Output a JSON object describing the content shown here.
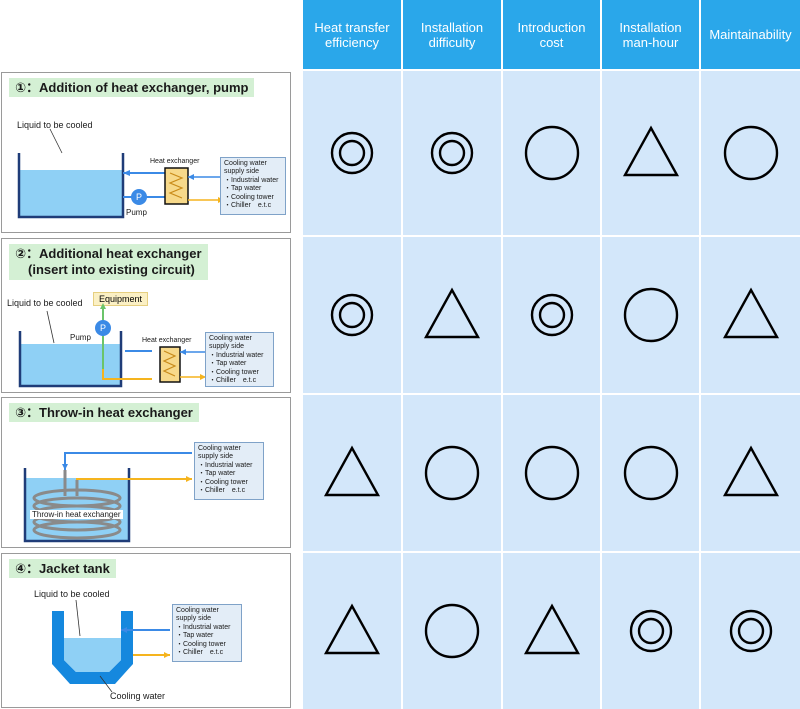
{
  "header": {
    "columns": [
      "Heat transfer\nefficiency",
      "Installation\ndifficulty",
      "Introduction\ncost",
      "Installation\nman-hour",
      "Maintainability"
    ]
  },
  "symbols": {
    "legend_note": "symbols: double-circle, circle, triangle",
    "rows": [
      [
        "double-circle",
        "double-circle",
        "circle",
        "triangle",
        "circle"
      ],
      [
        "double-circle",
        "triangle",
        "double-circle",
        "circle",
        "triangle"
      ],
      [
        "triangle",
        "circle",
        "circle",
        "circle",
        "triangle"
      ],
      [
        "triangle",
        "circle",
        "triangle",
        "double-circle",
        "double-circle"
      ]
    ]
  },
  "methods": [
    {
      "title": "①：Addition of heat exchanger, pump",
      "liquid_label": "Liquid to be cooled",
      "heat_exchanger_label": "Heat exchanger",
      "pump_label": "Pump",
      "pump_symbol": "P",
      "supply_box": "Cooling water\nsupply side\n・Industrial water\n・Tap water\n・Cooling tower\n・Chiller　e.t.c"
    },
    {
      "title": "②：Additional heat exchanger\n　(insert into existing circuit)",
      "liquid_label": "Liquid to be cooled",
      "equipment_label": "Equipment",
      "pump_label": "Pump",
      "pump_symbol": "P",
      "heat_exchanger_label": "Heat exchanger",
      "supply_box": "Cooling water\nsupply side\n・Industrial water\n・Tap water\n・Cooling tower\n・Chiller　e.t.c"
    },
    {
      "title": "③：Throw-in heat exchanger",
      "heat_exchanger_label": "Throw-in heat exchanger",
      "supply_box": "Cooling water\nsupply side\n・Industrial water\n・Tap water\n・Cooling tower\n・Chiller　e.t.c"
    },
    {
      "title": "④：Jacket tank",
      "liquid_label": "Liquid to be cooled",
      "jacket_label": "Cooling water",
      "supply_box": "Cooling water\nsupply side\n・Industrial water\n・Tap water\n・Cooling tower\n・Chiller　e.t.c"
    }
  ],
  "colors": {
    "header_bg": "#2aa7ea",
    "cell_bg": "#d3e7fa",
    "title_bg": "#d4f0d4",
    "water": "#8fd0f5",
    "cool_in": "#3b8ae6",
    "warm_out": "#f5b41e",
    "symbol_stroke": "#000000"
  }
}
